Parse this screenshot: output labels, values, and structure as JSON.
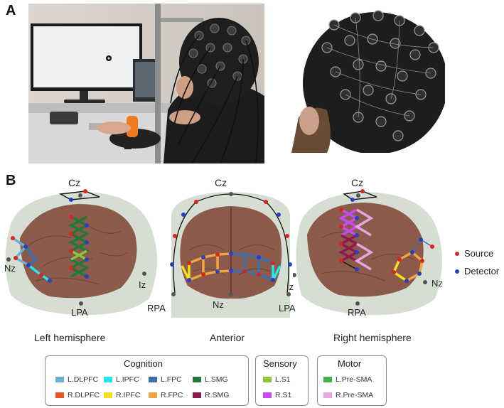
{
  "panels": {
    "a_label": "A",
    "b_label": "B"
  },
  "views": [
    {
      "caption": "Left hemisphere"
    },
    {
      "caption": "Anterior"
    },
    {
      "caption": "Right hemisphere"
    }
  ],
  "landmarks": {
    "left": {
      "cz": "Cz",
      "nz": "Nz",
      "iz": "Iz",
      "lpa": "LPA"
    },
    "anterior": {
      "cz": "Cz",
      "nz": "Nz",
      "rpa": "RPA",
      "lpa": "LPA"
    },
    "right": {
      "cz": "Cz",
      "iz": "Iz",
      "rpa": "RPA",
      "nz": "Nz"
    }
  },
  "point_key": {
    "source": {
      "label": "Source",
      "color": "#d7261e"
    },
    "detector": {
      "label": "Detector",
      "color": "#2a3fbf"
    }
  },
  "legend": {
    "cognition": {
      "title": "Cognition",
      "items": [
        {
          "label": "L.DLPFC",
          "color": "#6baed6"
        },
        {
          "label": "L.IPFC",
          "color": "#22e5f0"
        },
        {
          "label": "L.FPC",
          "color": "#3a6fb0"
        },
        {
          "label": "L.SMG",
          "color": "#1f7a3a"
        },
        {
          "label": "R.DLPFC",
          "color": "#e8562a"
        },
        {
          "label": "R.IPFC",
          "color": "#f2e11c"
        },
        {
          "label": "R.FPC",
          "color": "#f0a640"
        },
        {
          "label": "R.SMG",
          "color": "#8e1a4f"
        }
      ]
    },
    "sensory": {
      "title": "Sensory",
      "items": [
        {
          "label": "L.S1",
          "color": "#8fc43a"
        },
        {
          "label": "R.S1",
          "color": "#c74cf0"
        }
      ]
    },
    "motor": {
      "title": "Motor",
      "items": [
        {
          "label": "L.Pre-SMA",
          "color": "#3fb44a"
        },
        {
          "label": "R.Pre-SMA",
          "color": "#e3a6de"
        }
      ]
    }
  }
}
